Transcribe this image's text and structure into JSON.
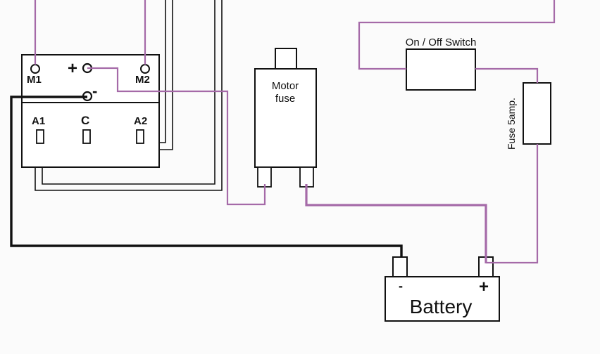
{
  "diagram": {
    "title": "Winch motor solenoid wiring diagram",
    "colors": {
      "positive_wire": "#a56aa8",
      "ground_wire": "#111111",
      "control_wire": "#111111",
      "background": "#fbfbfb"
    },
    "solenoid": {
      "terminals": {
        "m1": "M1",
        "m2": "M2",
        "plus": "+",
        "minus": "-",
        "a1": "A1",
        "c": "C",
        "a2": "A2"
      }
    },
    "motor_fuse": {
      "label_line1": "Motor",
      "label_line2": "fuse"
    },
    "switch": {
      "label": "On / Off Switch"
    },
    "small_fuse": {
      "label": "Fuse 5amp."
    },
    "battery": {
      "label": "Battery",
      "minus": "-",
      "plus": "+"
    }
  }
}
